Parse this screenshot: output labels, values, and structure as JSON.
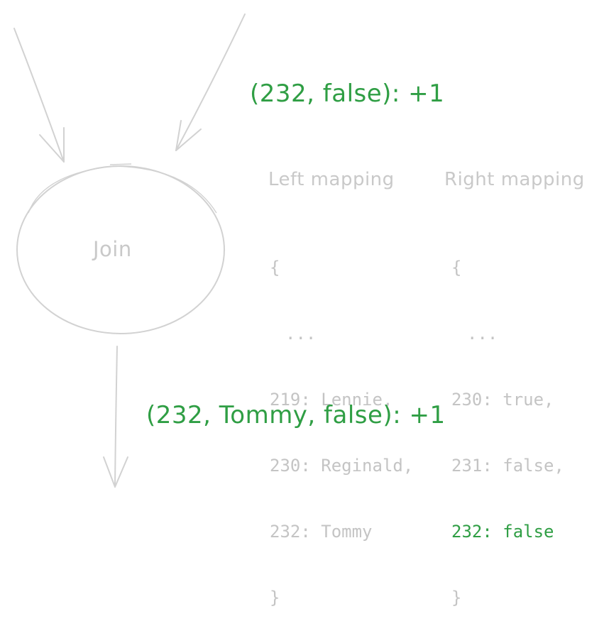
{
  "diagram": {
    "node": {
      "label": "Join"
    },
    "input_event": "(232, false): +1",
    "output_event": "(232, Tommy, false): +1",
    "left_mapping": {
      "heading": "Left mapping",
      "open": "{",
      "ellipsis": "...",
      "entries": [
        "219: Lennie,",
        "230: Reginald,",
        "232: Tommy"
      ],
      "close": "}"
    },
    "right_mapping": {
      "heading": "Right mapping",
      "open": "{",
      "ellipsis": "...",
      "entries": [
        "230: true,",
        "231: false,",
        "232: false"
      ],
      "highlighted_entry_index": 2,
      "close": "}"
    },
    "colors": {
      "highlight": "#2f9e44",
      "muted": "#c9c9c9"
    }
  }
}
